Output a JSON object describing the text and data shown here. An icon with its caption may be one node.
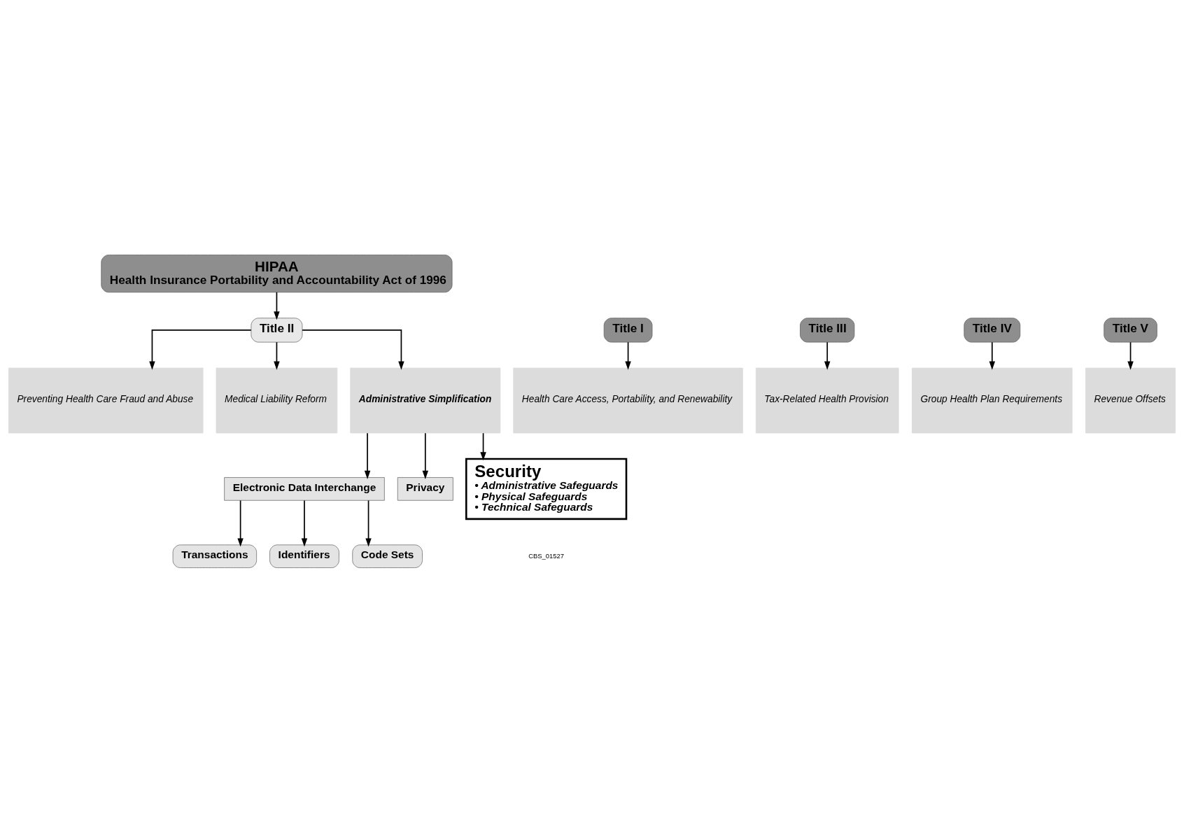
{
  "diagram": {
    "nodes": [
      {
        "text": [
          "HIPAA",
          "Health Insurance Portability and Accountability Act of 1996"
        ]
      },
      {
        "text": [
          "Title I"
        ]
      },
      {
        "text": [
          "Title II"
        ]
      },
      {
        "text": [
          "Title III"
        ]
      },
      {
        "text": [
          "Title IV"
        ]
      },
      {
        "text": [
          "Title V"
        ]
      },
      {
        "text": [
          "Health Care Access, Portability, and Renewability"
        ]
      },
      {
        "text": [
          "Preventing Health Care Fraud and Abuse"
        ]
      },
      {
        "text": [
          "Medical Liability Reform"
        ]
      },
      {
        "text": [
          "Administrative Simplification"
        ]
      },
      {
        "text": [
          "Tax-Related Health Provision"
        ]
      },
      {
        "text": [
          "Group Health Plan Requirements"
        ]
      },
      {
        "text": [
          "Revenue Offsets"
        ]
      },
      {
        "text": [
          "Electronic Data Interchange"
        ]
      },
      {
        "text": [
          "Privacy"
        ]
      },
      {
        "text": [
          "Security",
          "• Administrative Safeguards",
          "• Physical Safeguards",
          "• Technical Safeguards"
        ]
      },
      {
        "text": [
          "Transactions"
        ]
      },
      {
        "text": [
          "Identifiers"
        ]
      },
      {
        "text": [
          "Code Sets"
        ]
      }
    ],
    "edges": [
      {
        "from": 0,
        "to": 2,
        "arrow": "to"
      },
      {
        "from": 1,
        "to": 6,
        "arrow": "to"
      },
      {
        "from": 2,
        "to": 7,
        "arrow": "to"
      },
      {
        "from": 2,
        "to": 8,
        "arrow": "to"
      },
      {
        "from": 2,
        "to": 9,
        "arrow": "to"
      },
      {
        "from": 3,
        "to": 10,
        "arrow": "to"
      },
      {
        "from": 4,
        "to": 11,
        "arrow": "to"
      },
      {
        "from": 5,
        "to": 12,
        "arrow": "to"
      },
      {
        "from": 9,
        "to": 13,
        "arrow": "to"
      },
      {
        "from": 9,
        "to": 14,
        "arrow": "to"
      },
      {
        "from": 9,
        "to": 15,
        "arrow": "to"
      },
      {
        "from": 13,
        "to": 16,
        "arrow": "to"
      },
      {
        "from": 13,
        "to": 17,
        "arrow": "to"
      },
      {
        "from": 13,
        "to": 18,
        "arrow": "to"
      }
    ],
    "labels": [
      "CBS_01527"
    ]
  }
}
